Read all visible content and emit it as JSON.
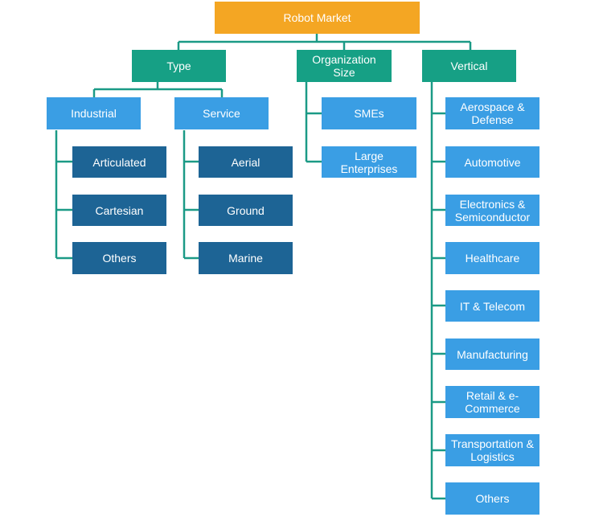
{
  "diagram": {
    "root": "Robot Market",
    "segments": {
      "type": {
        "label": "Type",
        "industrial": {
          "label": "Industrial",
          "items": [
            "Articulated",
            "Cartesian",
            "Others"
          ]
        },
        "service": {
          "label": "Service",
          "items": [
            "Aerial",
            "Ground",
            "Marine"
          ]
        }
      },
      "organization_size": {
        "label": "Organization Size",
        "items": [
          "SMEs",
          "Large Enterprises"
        ]
      },
      "vertical": {
        "label": "Vertical",
        "items": [
          "Aerospace &\nDefense",
          "Automotive",
          "Electronics &\nSemiconductor",
          "Healthcare",
          "IT & Telecom",
          "Manufacturing",
          "Retail & e-\nCommerce",
          "Transportation &\nLogistics",
          "Others"
        ]
      }
    },
    "colors": {
      "root": "#f4a623",
      "level1": "#16a085",
      "level2": "#3a9ee4",
      "level3": "#1d6495",
      "connector": "#1b9a86"
    }
  }
}
